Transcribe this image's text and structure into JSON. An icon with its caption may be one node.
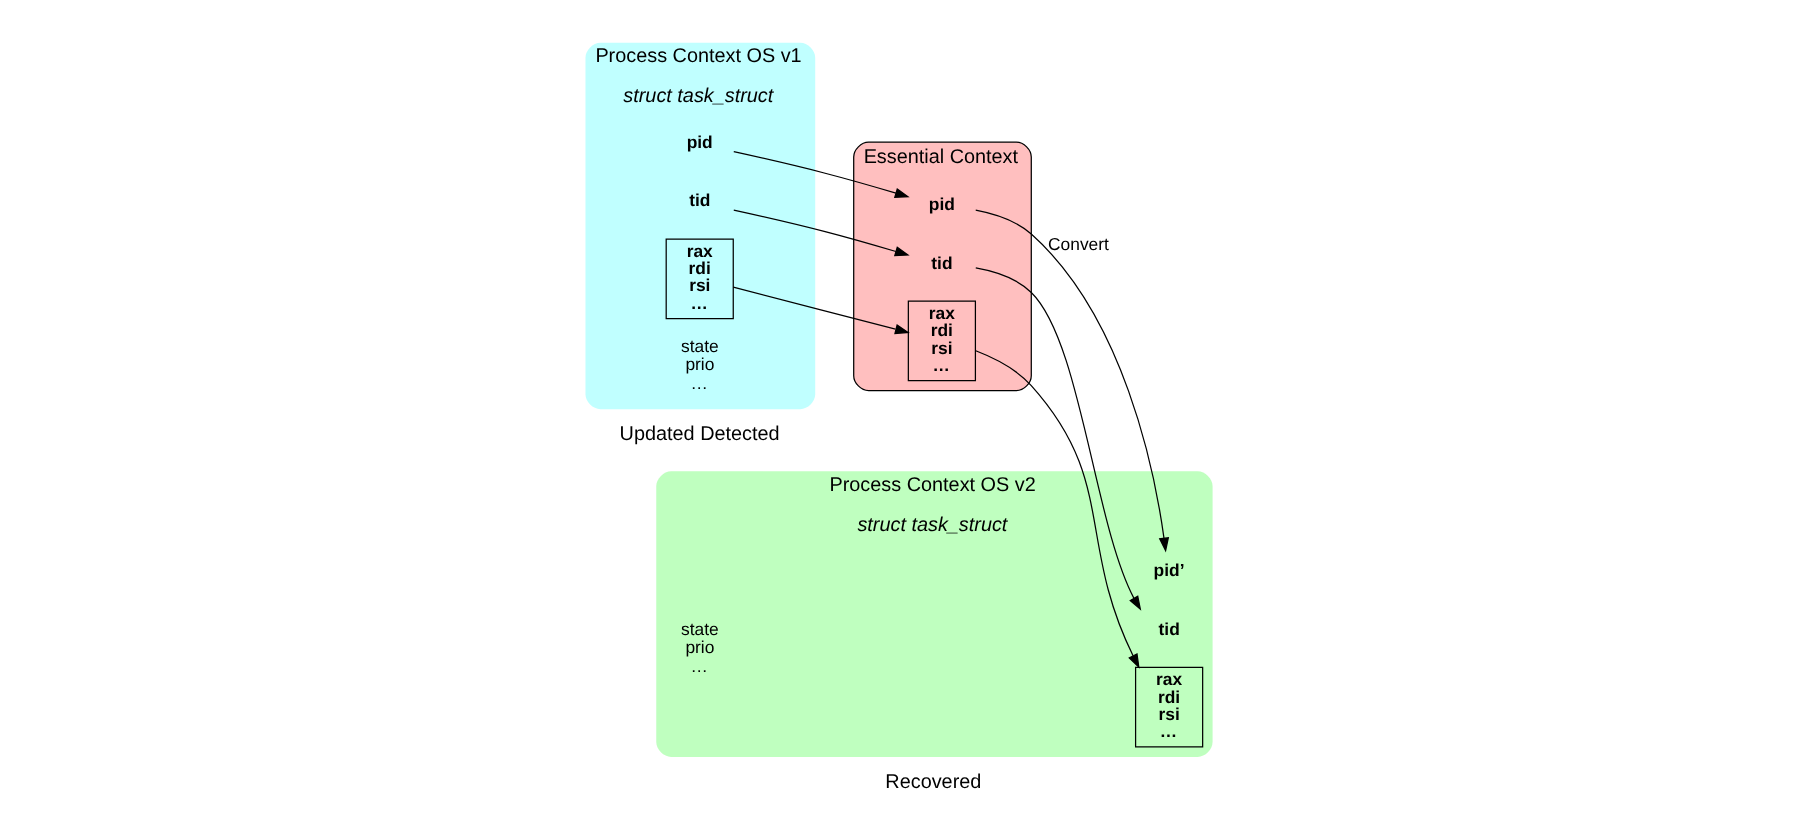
{
  "diagram": {
    "nodes": [
      {
        "text": [
          "Process Context OS v1",
          "struct task_struct",
          "state prio …"
        ],
        "beside": [
          "Updated Detected"
        ]
      },
      {
        "text": [
          "pid"
        ],
        "in": 0
      },
      {
        "text": [
          "tid"
        ],
        "in": 0
      },
      {
        "text": [
          "rax rdi rsi …"
        ],
        "in": 0
      },
      {
        "text": [
          "Essential Context"
        ]
      },
      {
        "text": [
          "pid"
        ],
        "in": 4
      },
      {
        "text": [
          "tid"
        ],
        "in": 4
      },
      {
        "text": [
          "rax rdi rsi …"
        ],
        "in": 4
      },
      {
        "text": [
          "Process Context OS v2",
          "struct task_struct",
          "state prio …"
        ],
        "beside": [
          "Recovered"
        ]
      },
      {
        "text": [
          "pid’"
        ],
        "in": 8
      },
      {
        "text": [
          "tid"
        ],
        "in": 8
      },
      {
        "text": [
          "rax rdi rsi …"
        ],
        "in": 8
      }
    ],
    "edges": [
      {
        "from": 1,
        "to": 5,
        "arrow": "to"
      },
      {
        "from": 2,
        "to": 6,
        "arrow": "to"
      },
      {
        "from": 3,
        "to": 7,
        "arrow": "to"
      },
      {
        "from": 5,
        "to": 9,
        "arrow": "to",
        "label": "Convert"
      },
      {
        "from": 6,
        "to": 10,
        "arrow": "to"
      },
      {
        "from": 7,
        "to": 11,
        "arrow": "to"
      }
    ]
  }
}
